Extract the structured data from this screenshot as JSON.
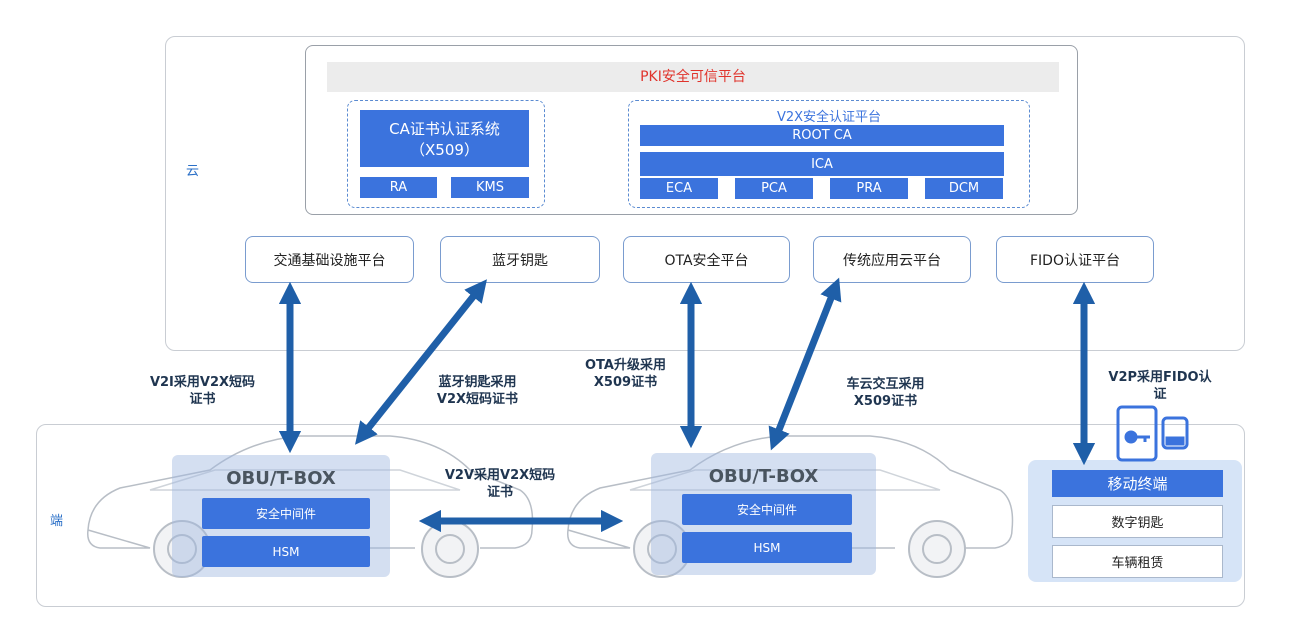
{
  "cloud": {
    "label": "云",
    "pki": {
      "title": "PKI安全可信平台",
      "ca_system": {
        "title_line1": "CA证书认证系统",
        "title_line2": "（X509）",
        "ra": "RA",
        "kms": "KMS"
      },
      "v2x": {
        "title": "V2X安全认证平台",
        "root_ca": "ROOT CA",
        "ica": "ICA",
        "eca": "ECA",
        "pca": "PCA",
        "pra": "PRA",
        "dcm": "DCM"
      }
    },
    "services": [
      "交通基础设施平台",
      "蓝牙钥匙",
      "OTA安全平台",
      "传统应用云平台",
      "FIDO认证平台"
    ]
  },
  "links": {
    "v2i": "V2I采用V2X短码\n证书",
    "bluetooth": "蓝牙钥匙采用\nV2X短码证书",
    "ota": "OTA升级采用\nX509证书",
    "vehicle_cloud": "车云交互采用\nX509证书",
    "v2p": "V2P采用FIDO认\n证",
    "v2v": "V2V采用V2X短码\n证书"
  },
  "edge": {
    "label": "端",
    "obu_left": {
      "title": "OBU/T-BOX",
      "middleware": "安全中间件",
      "hsm": "HSM"
    },
    "obu_right": {
      "title": "OBU/T-BOX",
      "middleware": "安全中间件",
      "hsm": "HSM"
    },
    "mobile": {
      "title": "移动终端",
      "digital_key": "数字钥匙",
      "rental": "车辆租赁"
    }
  },
  "colors": {
    "accent": "#3b73dd",
    "arrow": "#1f5fa8",
    "pki_title": "#e0342c"
  }
}
